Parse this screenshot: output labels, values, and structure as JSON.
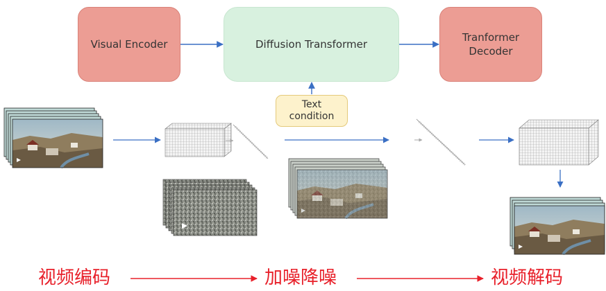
{
  "blocks": {
    "visual_encoder": "Visual Encoder",
    "diffusion_transformer": "Diffusion Transformer",
    "transformer_decoder": "Tranformer\nDecoder",
    "text_condition": "Text\ncondition"
  },
  "stages": [
    "视频编码",
    "加噪降噪",
    "视频解码"
  ],
  "colors": {
    "encoder_fill": "#ec9d94",
    "dit_fill": "#d8f1df",
    "text_fill": "#fdf2cc",
    "arrow_blue": "#3a6fc4",
    "stage_red": "#e8202a"
  },
  "icons": [
    "video-frames-stack",
    "latent-cube",
    "latent-token-sequence",
    "noisy-frames-stack",
    "play-icon"
  ]
}
